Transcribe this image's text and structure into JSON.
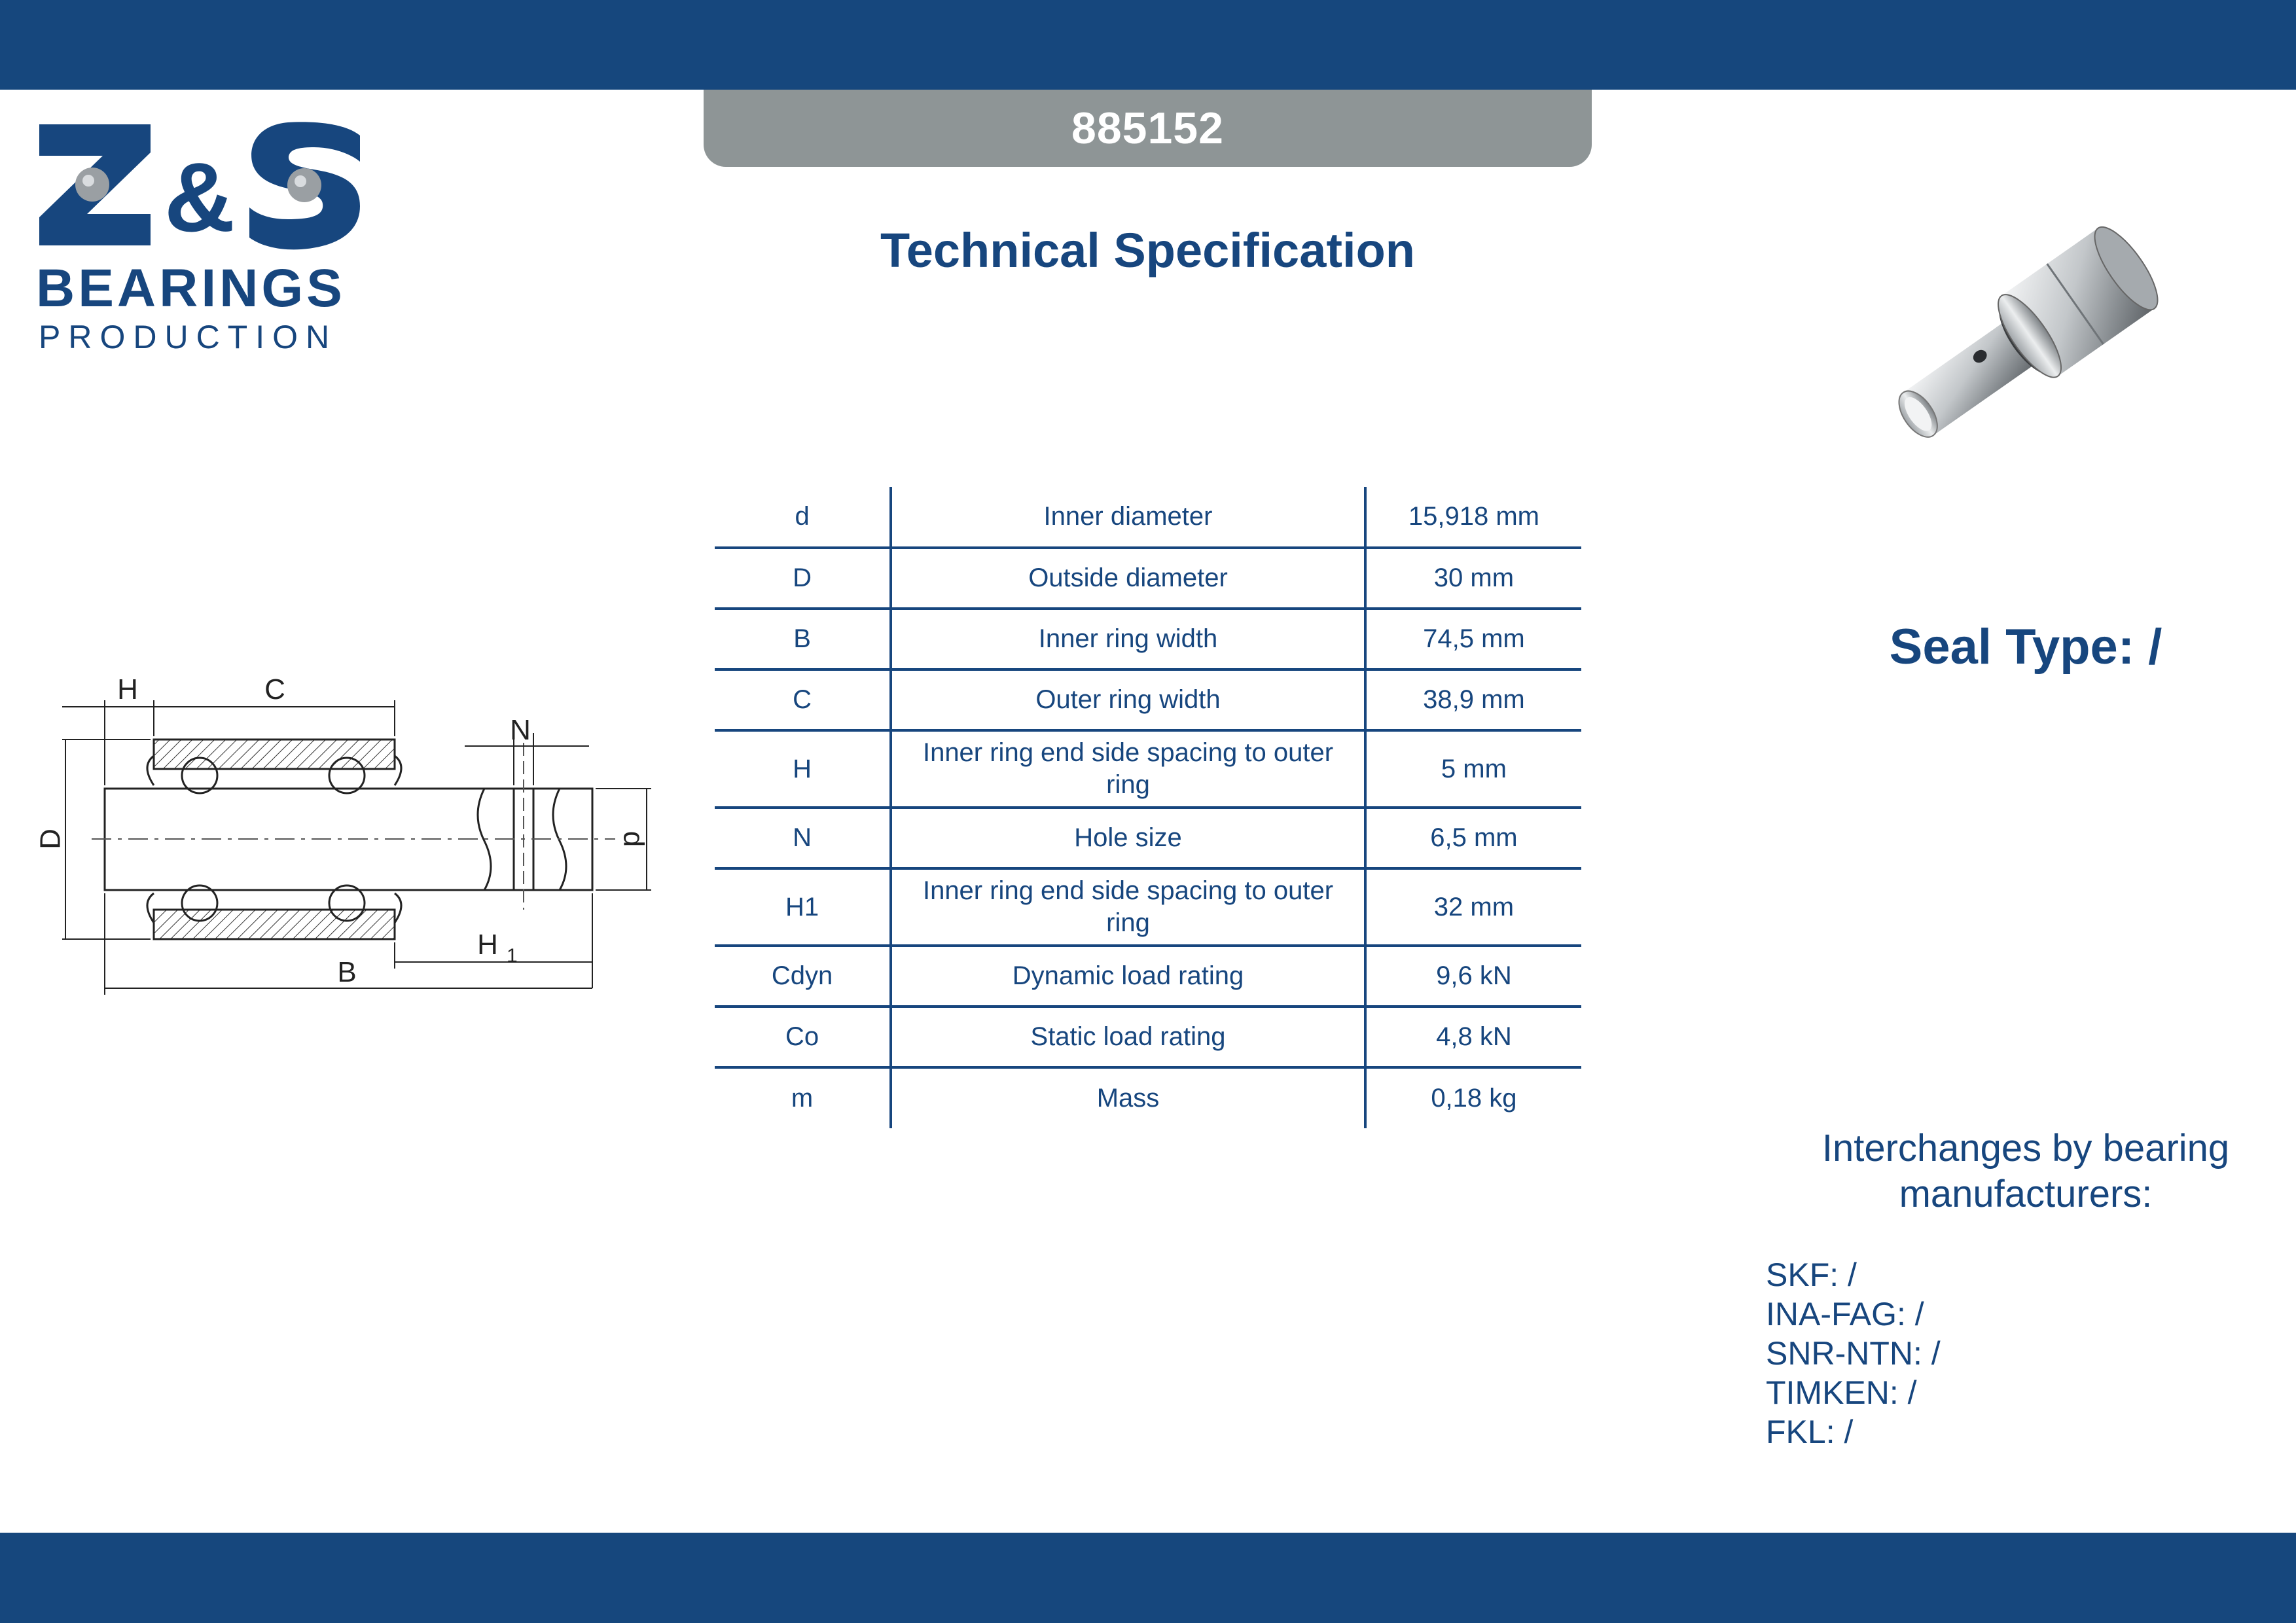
{
  "header": {
    "part_number": "885152"
  },
  "title": "Technical Specification",
  "logo": {
    "mark_text": "Z&S",
    "line1": "BEARINGS",
    "line2": "PRODUCTION"
  },
  "drawing_labels": {
    "H": "H",
    "C": "C",
    "N": "N",
    "D": "D",
    "d": "d",
    "H1": "H",
    "H1_sub": "1",
    "B": "B"
  },
  "specs": [
    {
      "symbol": "d",
      "description": "Inner diameter",
      "value": "15,918 mm"
    },
    {
      "symbol": "D",
      "description": "Outside diameter",
      "value": "30 mm"
    },
    {
      "symbol": "B",
      "description": "Inner ring width",
      "value": "74,5 mm"
    },
    {
      "symbol": "C",
      "description": "Outer ring width",
      "value": "38,9 mm"
    },
    {
      "symbol": "H",
      "description": "Inner ring end side spacing to outer ring",
      "value": "5 mm"
    },
    {
      "symbol": "N",
      "description": "Hole size",
      "value": "6,5 mm"
    },
    {
      "symbol": "H1",
      "description": "Inner ring end side spacing to outer ring",
      "value": "32 mm"
    },
    {
      "symbol": "Cdyn",
      "description": "Dynamic load rating",
      "value": "9,6 kN"
    },
    {
      "symbol": "Co",
      "description": "Static load rating",
      "value": "4,8 kN"
    },
    {
      "symbol": "m",
      "description": "Mass",
      "value": "0,18 kg"
    }
  ],
  "seal_type": "Seal Type: /",
  "interchanges": {
    "title": "Interchanges by bearing manufacturers:",
    "items": [
      "SKF: /",
      "INA-FAG: /",
      "SNR-NTN: /",
      "TIMKEN: /",
      "FKL: /"
    ]
  },
  "colors": {
    "brand_blue": "#16477d",
    "tab_gray": "#8e9596",
    "text_blue": "#17467e"
  }
}
